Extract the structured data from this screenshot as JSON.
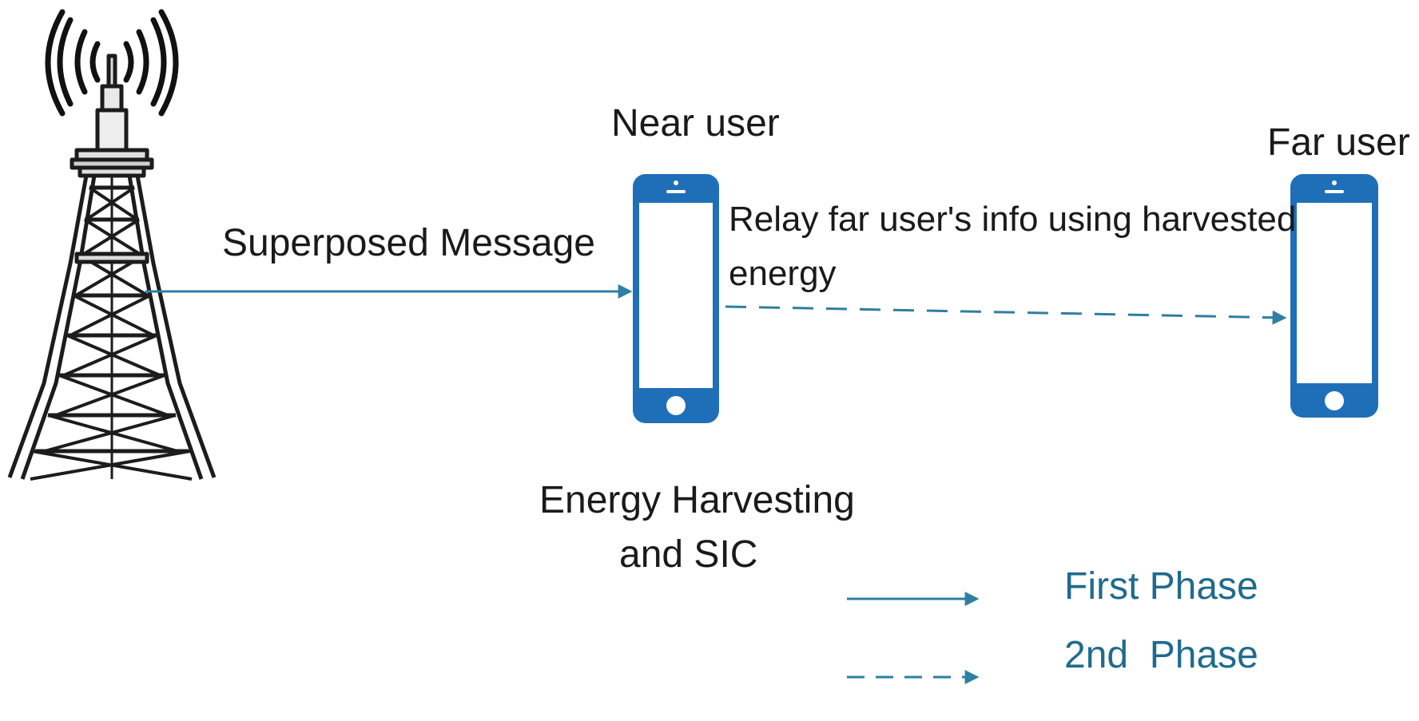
{
  "diagram": {
    "labels": {
      "superposed_message": "Superposed Message",
      "near_user": "Near user",
      "far_user": "Far user",
      "relay_line1": "Relay far user's info using harvested",
      "relay_line2": "energy",
      "energy_line1": "Energy Harvesting",
      "energy_line2": "and SIC"
    },
    "legend": {
      "first_phase": "First Phase",
      "second_phase": "2nd  Phase"
    },
    "icons": [
      "tower-icon",
      "signal-waves-icon",
      "smartphone-icon"
    ],
    "colors": {
      "arrow": "#2f7ea3",
      "phone_blue": "#1f6fb8",
      "legend_text": "#1f6b8e",
      "tower_stroke": "#1c1c1c"
    }
  }
}
